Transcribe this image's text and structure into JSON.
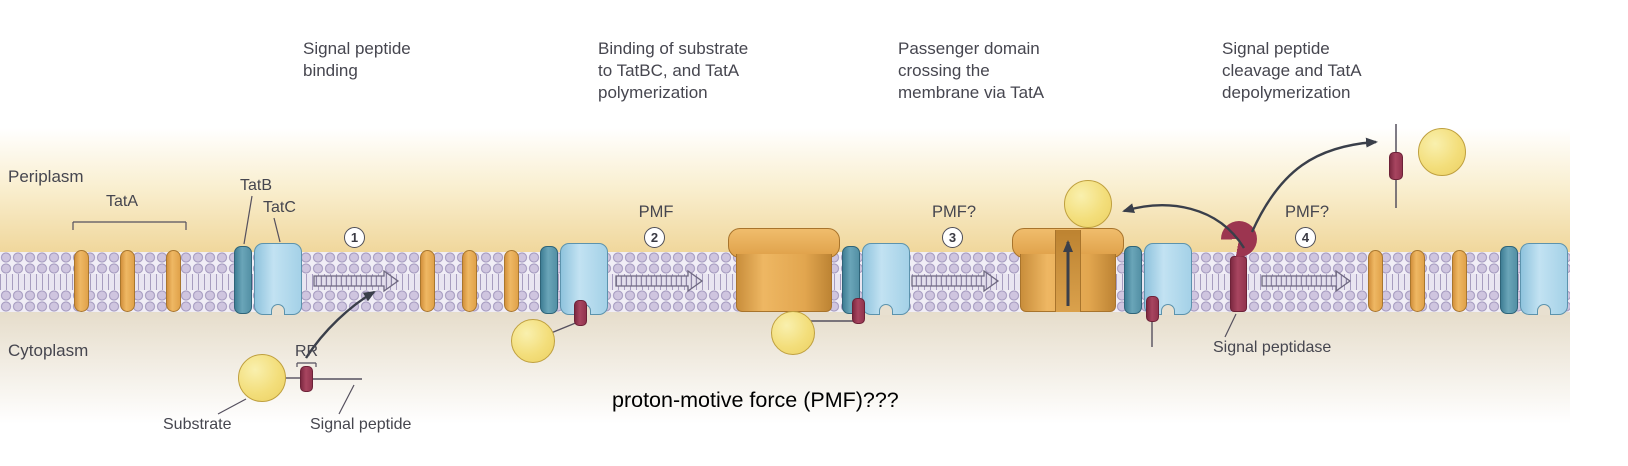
{
  "figure": {
    "annotation": "proton-motive force (PMF)???"
  },
  "compartments": {
    "periplasm": "Periplasm",
    "cytoplasm": "Cytoplasm"
  },
  "stage_labels": [
    {
      "text": "Signal peptide\nbinding"
    },
    {
      "text": "Binding of substrate\nto TatBC, and TatA\npolymerization"
    },
    {
      "text": "Passenger domain\ncrossing the\nmembrane via TatA"
    },
    {
      "text": "Signal peptide\ncleavage and TatA\ndepolymerization"
    }
  ],
  "steps": [
    {
      "number": "1",
      "pmf": ""
    },
    {
      "number": "2",
      "pmf": "PMF"
    },
    {
      "number": "3",
      "pmf": "PMF?"
    },
    {
      "number": "4",
      "pmf": "PMF?"
    }
  ],
  "proteins": {
    "tatA": "TatA",
    "tatB": "TatB",
    "tatC": "TatC"
  },
  "molecules": {
    "substrate": "Substrate",
    "rr_motif": "RR",
    "signal_peptide": "Signal peptide",
    "signal_peptidase": "Signal peptidase"
  },
  "colors": {
    "tatA_fill": "#e2a24c",
    "tatB_fill": "#4f8da3",
    "tatC_fill": "#aad4e8",
    "substrate_fill": "#f3dd78",
    "signal_peptide_fill": "#9c3550",
    "membrane_head": "#cbc1da",
    "periplasm_tint": "#f0d79c",
    "arrow": "#3a3f4a"
  }
}
